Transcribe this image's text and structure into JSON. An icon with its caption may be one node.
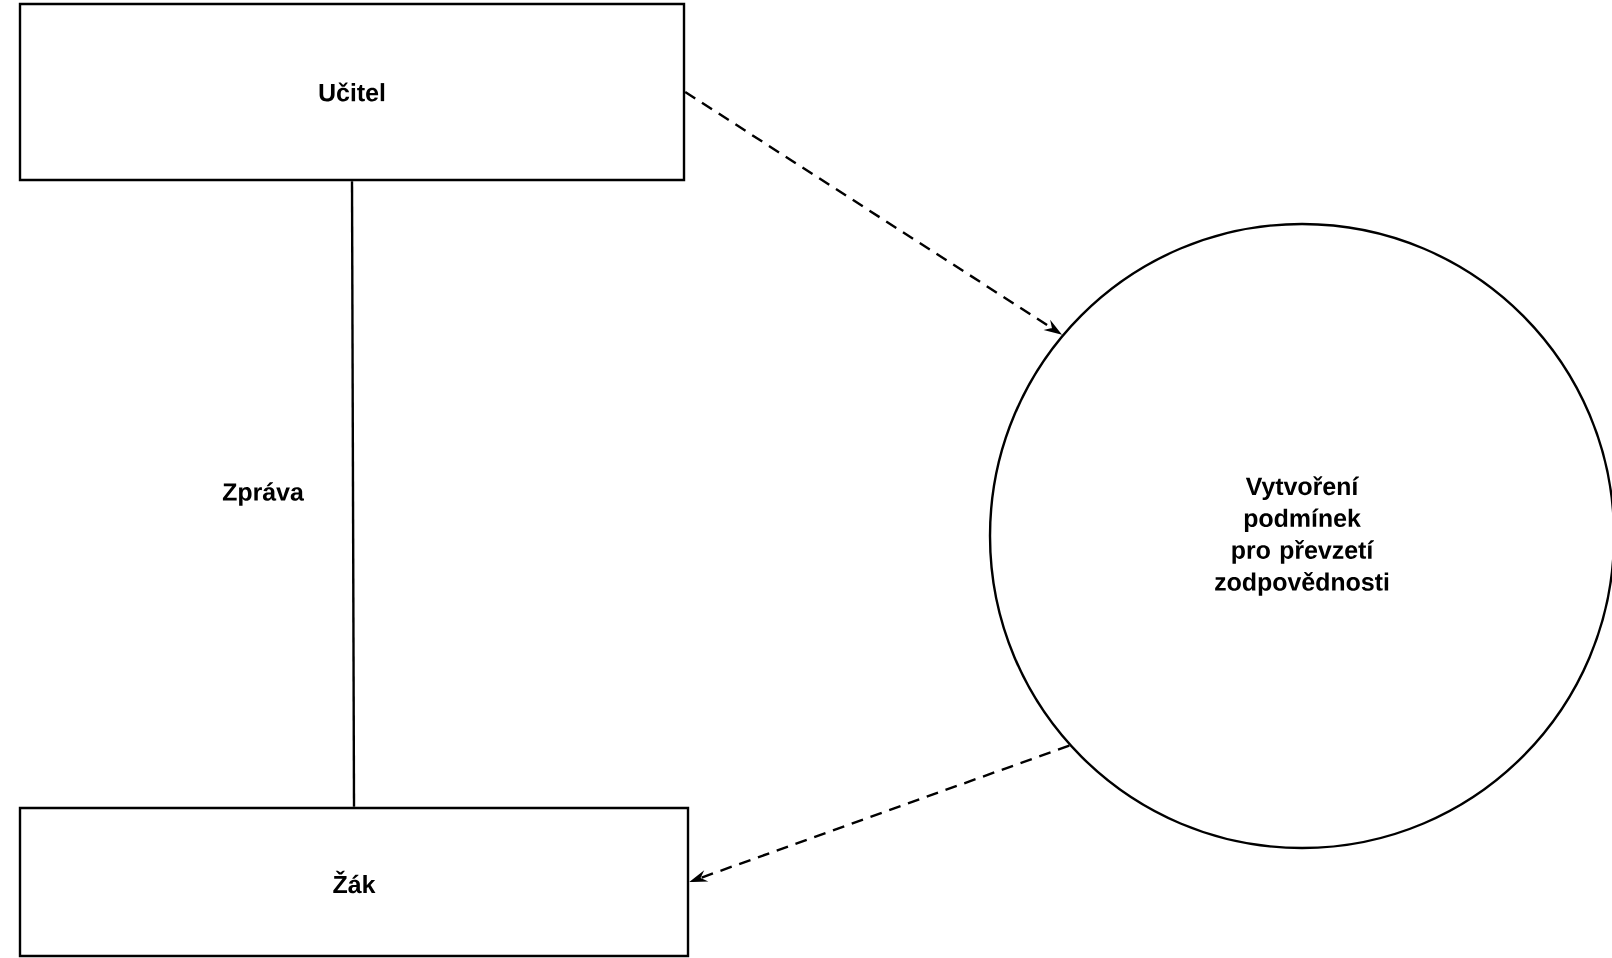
{
  "diagram": {
    "nodes": [
      {
        "text": [
          "Učitel"
        ]
      },
      {
        "text": [
          "Žák"
        ]
      },
      {
        "text": [
          "Vytvoření podmínek pro převzetí zodpovědnosti"
        ]
      }
    ],
    "edges": [
      {
        "from": 0,
        "to": 1,
        "arrow": "none",
        "label": "Zpráva"
      },
      {
        "from": 0,
        "to": 2,
        "arrow": "to",
        "style": "dashed"
      },
      {
        "from": 2,
        "to": 1,
        "arrow": "to",
        "style": "dashed"
      }
    ]
  }
}
